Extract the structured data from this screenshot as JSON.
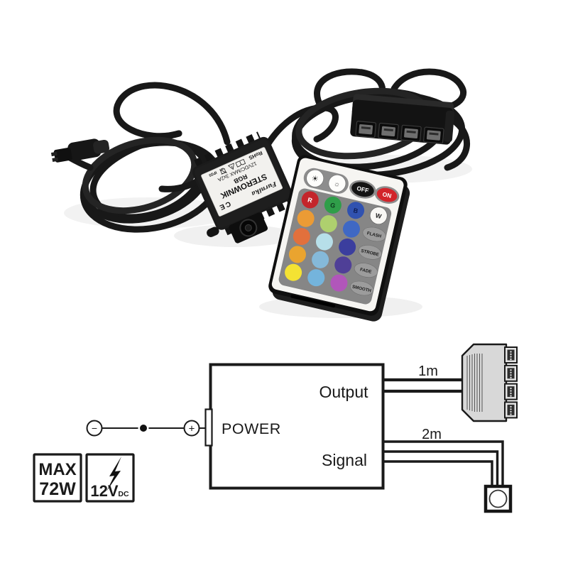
{
  "photo": {
    "controller_label": {
      "brand": "Furnika",
      "ce_mark": "CE",
      "title": "STEROWNIK",
      "subtitle": "RGB",
      "spec": "12VDC/MAX 3x2A",
      "rohs": "RoHS",
      "ip_rating": "IP20"
    },
    "remote": {
      "icons": {
        "brightness_up": "☀",
        "brightness_down": "☼"
      },
      "off_label": "OFF",
      "on_label": "ON",
      "channels": [
        "R",
        "G",
        "B",
        "W"
      ],
      "channel_colors": [
        "#c4252b",
        "#2f9e49",
        "#3052b0",
        "#f8f7f4"
      ],
      "channel_text_colors": [
        "#ffffff",
        "#0d3a1c",
        "#0e1c52",
        "#222222"
      ],
      "modes": [
        "FLASH",
        "STROBE",
        "FADE",
        "SMOOTH"
      ],
      "color_grid": [
        [
          "#eb9b35",
          "#aed06e",
          "#3f68c4"
        ],
        [
          "#e2703c",
          "#b7dfe9",
          "#3b3e9e"
        ],
        [
          "#eaa42f",
          "#85b9d9",
          "#4f3f97"
        ],
        [
          "#f4e233",
          "#74b4dc",
          "#b156ba"
        ]
      ],
      "colors": {
        "face": "#f6f5f2",
        "panel": "#868686",
        "pad": "#8d8d8d",
        "mode_bg": "#9c9c9c",
        "off_bg": "#141414",
        "on_bg": "#d2242b",
        "cable": "#181818",
        "body": "#1b1b1b"
      }
    }
  },
  "diagram": {
    "power_label": "POWER",
    "output_label": "Output",
    "signal_label": "Signal",
    "output_length": "1m",
    "signal_length": "2m",
    "polarity": {
      "minus": "−",
      "plus": "+"
    },
    "badges": {
      "max_label": "MAX",
      "max_value": "72W",
      "voltage": "12V",
      "voltage_type": "DC"
    },
    "colors": {
      "line": "#1a1a1a",
      "splitter_fill": "#d8d8d8"
    }
  }
}
